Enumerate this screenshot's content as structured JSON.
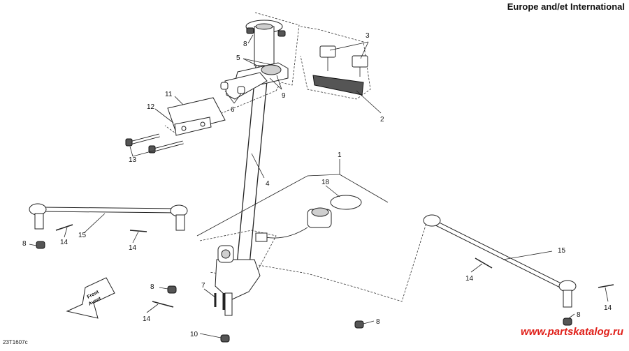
{
  "header": {
    "title": "Europe and/et International"
  },
  "footer": {
    "drawing_code": "23T1607c",
    "watermark": "www.partskatalog.ru"
  },
  "front_arrow": {
    "line1": "Front",
    "line2": "Avant"
  },
  "callouts": {
    "c1": "1",
    "c2": "2",
    "c3": "3",
    "c4": "4",
    "c5": "5",
    "c6": "6",
    "c7": "7",
    "c8a": "8",
    "c8b": "8",
    "c8c": "8",
    "c8d": "8",
    "c8e": "8",
    "c9": "9",
    "c10": "10",
    "c11": "11",
    "c12": "12",
    "c13": "13",
    "c14a": "14",
    "c14b": "14",
    "c14c": "14",
    "c14d": "14",
    "c14e": "14",
    "c15a": "15",
    "c15b": "15",
    "c18": "18"
  }
}
